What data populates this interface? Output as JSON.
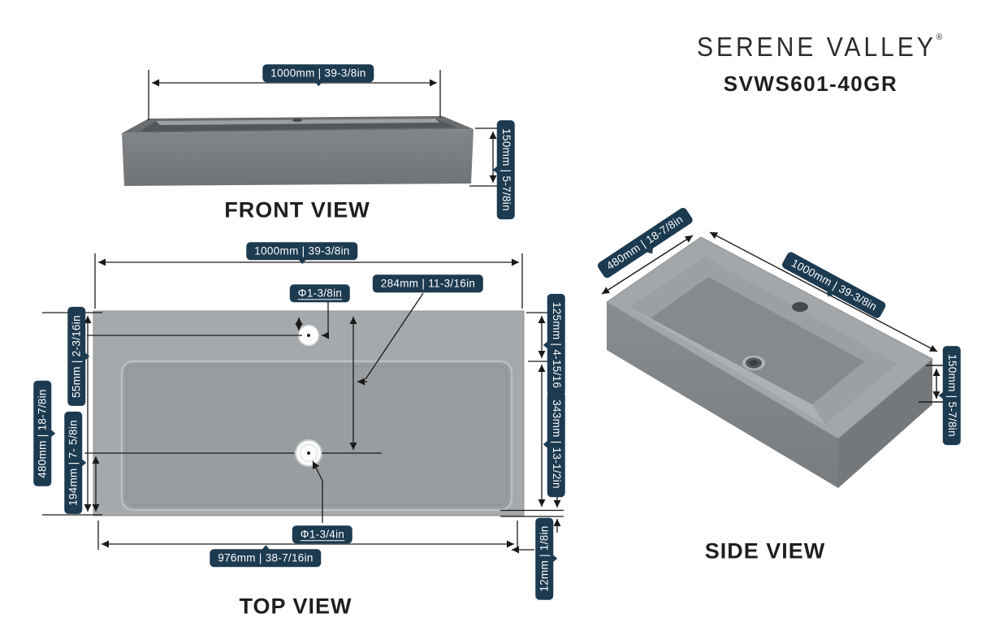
{
  "brand": {
    "name": "SERENE VALLEY",
    "registered_mark": "®",
    "model": "SVWS601-40GR"
  },
  "views": {
    "front": {
      "title": "FRONT VIEW",
      "width": "1000mm | 39-3/8in",
      "height": "150mm | 5-7/8in"
    },
    "top": {
      "title": "TOP VIEW",
      "width": "1000mm | 39-3/8in",
      "faucet_diameter": "Φ1-3/8in",
      "drain_offset": "284mm | 11-3/16in",
      "deck_depth": "125mm | 4-15/16",
      "basin_depth": "343mm | 13-1/2in",
      "bottom_rim": "12mm | 1/8in",
      "overall_depth": "480mm | 18-7/8in",
      "faucet_offset": "55mm | 2-3/16in",
      "drain_from_bottom": "194mm | 7- 5/8in",
      "basin_width": "976mm | 38-7/16in",
      "drain_diameter": "Φ1-3/4in"
    },
    "side": {
      "title": "SIDE VIEW",
      "depth": "480mm | 18-7/8in",
      "width": "1000mm | 39-3/8in",
      "height": "150mm | 5-7/8in"
    }
  },
  "colors": {
    "label_background": "#1c3a50",
    "label_text": "#ffffff",
    "dimension_line": "#1a1a1a",
    "title_text": "#1e1f21",
    "sink_gray": "#9b9ea0"
  }
}
